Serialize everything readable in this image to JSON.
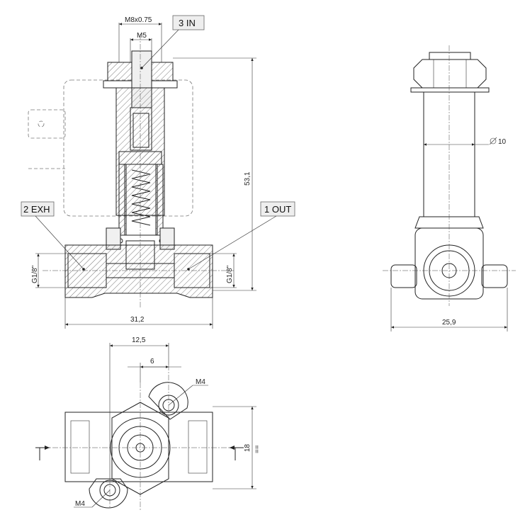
{
  "labels": {
    "thread_outer": "M8x0.75",
    "thread_inner": "M5",
    "port_in": "3 IN",
    "port_exh": "2 EXH",
    "port_out": "1 OUT",
    "port_thread_left": "G1/8\"",
    "port_thread_right": "G1/8\"",
    "height": "53,1",
    "width_front": "31,2",
    "diameter": "10",
    "width_side": "25,9",
    "bottom_width": "12,5",
    "bottom_offset": "6",
    "mount_top": "M4",
    "mount_bottom": "M4",
    "depth": "18",
    "equal_mark": "=="
  }
}
